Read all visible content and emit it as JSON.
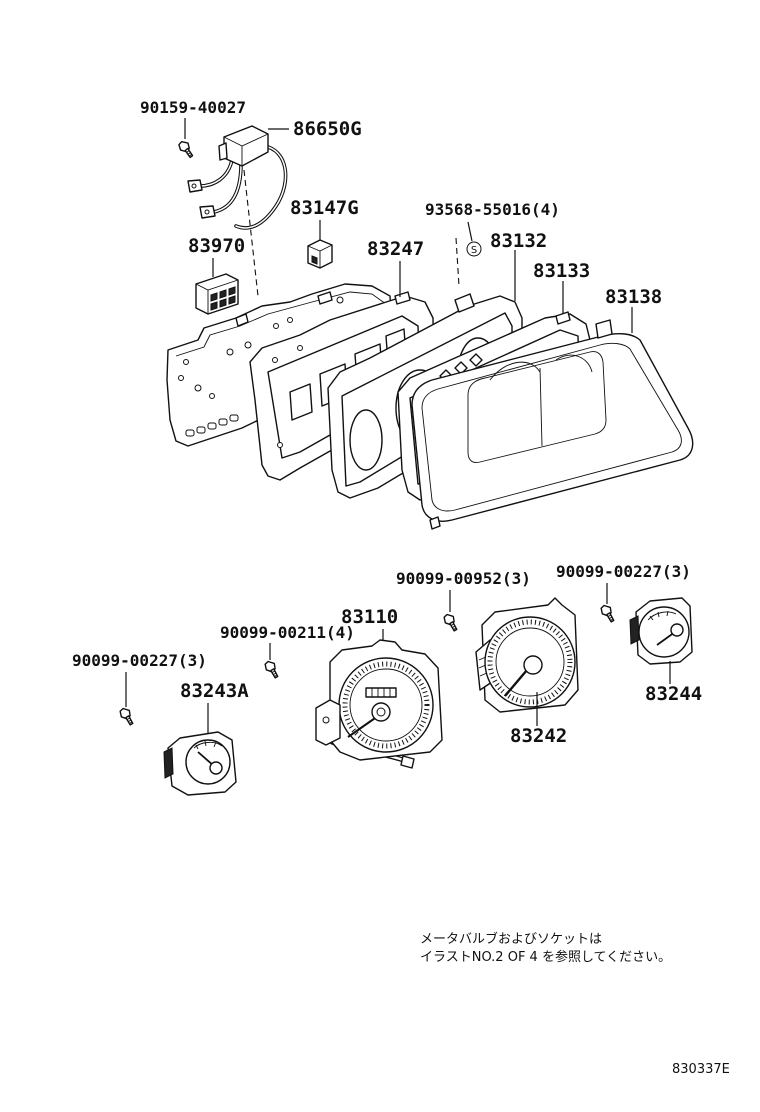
{
  "callouts": {
    "c_90159_40027": "90159-40027",
    "c_86650G": "86650G",
    "c_83147G": "83147G",
    "c_93568_55016": "93568-55016(4)",
    "c_83970": "83970",
    "c_83247": "83247",
    "c_83132": "83132",
    "c_83133": "83133",
    "c_83138": "83138",
    "c_90099_00952": "90099-00952(3)",
    "c_90099_00227_right": "90099-00227(3)",
    "c_83110": "83110",
    "c_90099_00211": "90099-00211(4)",
    "c_90099_00227_left": "90099-00227(3)",
    "c_83243A": "83243A",
    "c_83244": "83244",
    "c_83242": "83242"
  },
  "screw_symbol_letter": "S",
  "note": {
    "line1": "メータバルブおよびソケットは",
    "line2": "イラストNO.2 OF 4 を参照してください。"
  },
  "illustration_id": "830337E"
}
